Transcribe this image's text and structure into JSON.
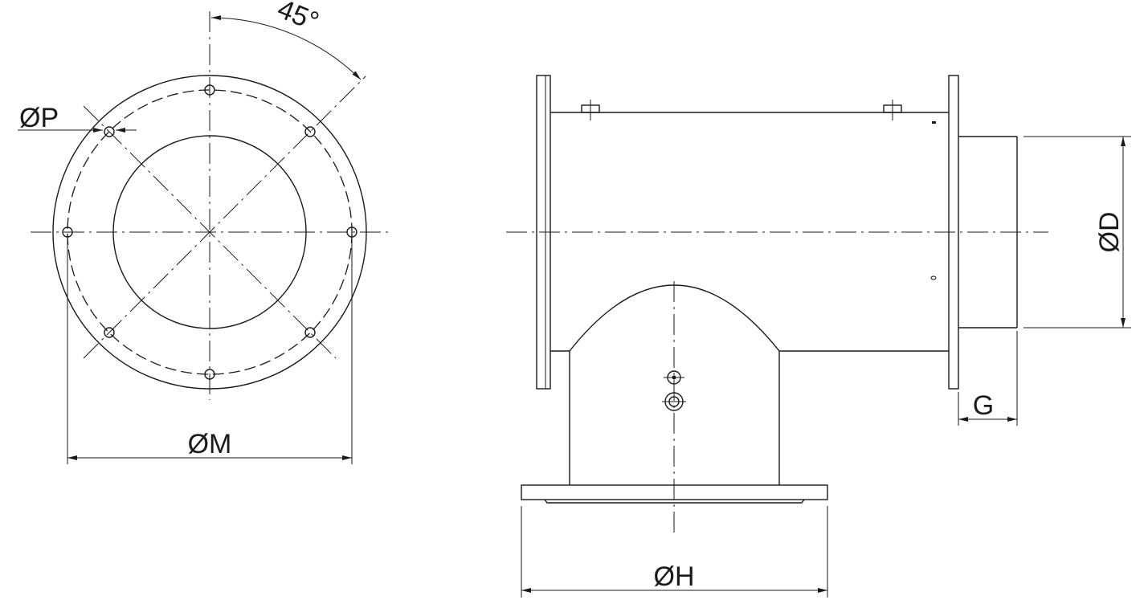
{
  "labels": {
    "angle": "45°",
    "bolt_hole": "ØP",
    "bolt_circle": "ØM",
    "outlet_diameter": "ØD",
    "spigot_length": "G",
    "base_flange": "ØH"
  },
  "colors": {
    "line": "#1a1a1a",
    "background": "#ffffff"
  }
}
